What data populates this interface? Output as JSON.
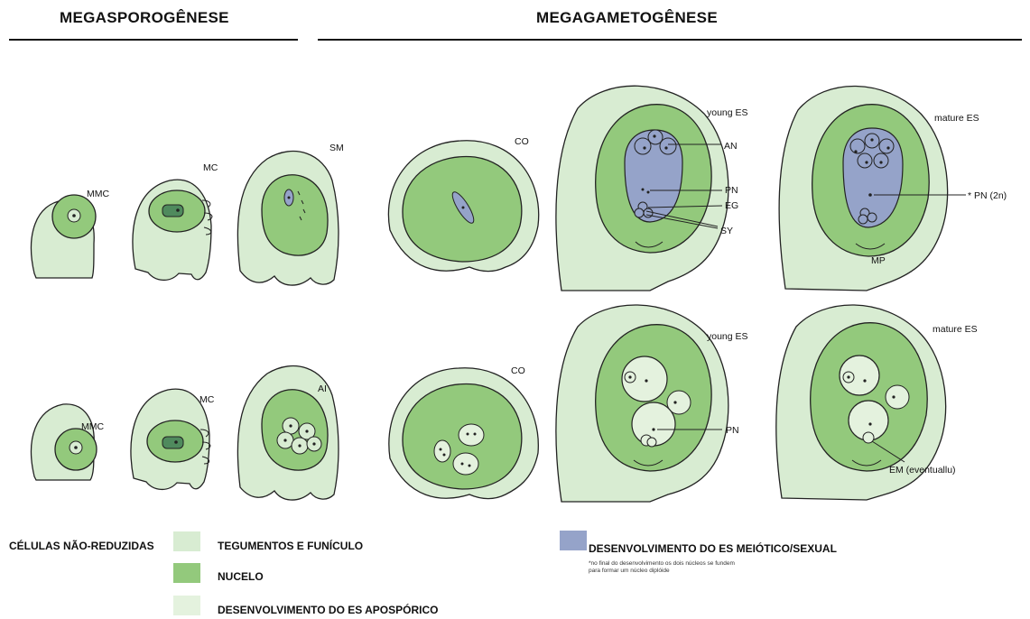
{
  "headers": {
    "left": "MEGASPOROGÊNESE",
    "right": "MEGAGAMETOGÊNESE"
  },
  "labels": {
    "top_mmc": "MMC",
    "top_mc": "MC",
    "top_sm": "SM",
    "top_co": "CO",
    "top_young_es": "young ES",
    "top_an": "AN",
    "top_pn": "PN",
    "top_eg": "EG",
    "top_sy": "SY",
    "top_mature_es": "mature ES",
    "top_pn2n": "* PN (2n)",
    "top_mp": "MP",
    "bot_mmc": "MMC",
    "bot_mc": "MC",
    "bot_ai": "AI",
    "bot_co": "CO",
    "bot_young_es": "young ES",
    "bot_pn": "PN",
    "bot_mature_es": "mature ES",
    "bot_em": "EM (eventuallu)"
  },
  "legend": {
    "group_label": "CÉLULAS NÃO-REDUZIDAS",
    "item1": "TEGUMENTOS E FUNÍCULO",
    "item2": "NUCELO",
    "item3": "DESENVOLVIMENTO DO ES APOSPÓRICO",
    "item4": "DESENVOLVIMENTO DO ES MEIÓTICO/SEXUAL",
    "footnote_line1": "*no final do desenvolvimento os dois núcleos se fundem",
    "footnote_line2": "para formar um núcleo diplóide"
  },
  "colors": {
    "integument": "#d8ecd2",
    "nucellus": "#93c97c",
    "aposporic": "#e4f2de",
    "sexual": "#95a3c9",
    "outline": "#222222"
  }
}
